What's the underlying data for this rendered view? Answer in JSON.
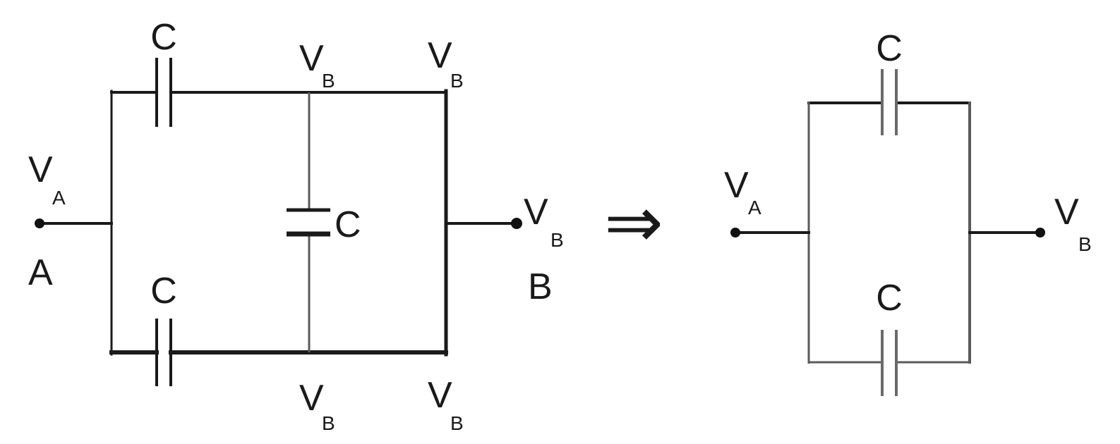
{
  "left_circuit": {
    "cap_top_label": "C",
    "cap_bottom_label": "C",
    "cap_middle_label": "C",
    "node_top_mid": {
      "main": "V",
      "sub": "B"
    },
    "node_top_right": {
      "main": "V",
      "sub": "B"
    },
    "node_bottom_mid": {
      "main": "V",
      "sub": "B"
    },
    "node_bottom_right": {
      "main": "V",
      "sub": "B"
    },
    "terminal_a": {
      "main": "V",
      "sub": "A",
      "name": "A"
    },
    "terminal_b": {
      "main": "V",
      "sub": "B",
      "name": "B"
    }
  },
  "arrow": {
    "symbol": "⇒"
  },
  "right_circuit": {
    "cap_top_label": "C",
    "cap_bottom_label": "C",
    "terminal_a": {
      "main": "V",
      "sub": "A"
    },
    "terminal_b": {
      "main": "V",
      "sub": "B"
    }
  }
}
